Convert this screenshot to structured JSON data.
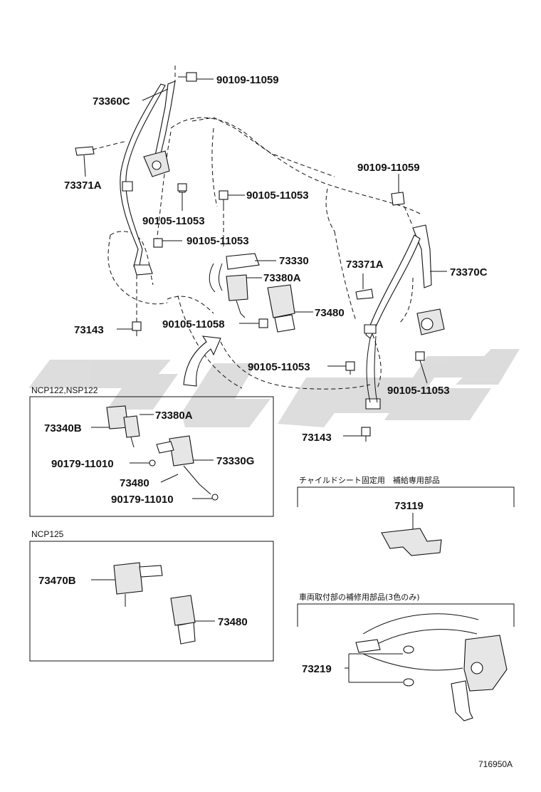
{
  "diagram": {
    "callouts": {
      "c90109_11059_top": "90109-11059",
      "c73360C": "73360C",
      "c73371A_left": "73371A",
      "c90105_11053_a": "90105-11053",
      "c90105_11053_b": "90105-11053",
      "c90105_11053_c": "90105-11053",
      "c90109_11059_right": "90109-11059",
      "c73330": "73330",
      "c73380A": "73380A",
      "c73371A_right": "73371A",
      "c73370C": "73370C",
      "c73480": "73480",
      "c90105_11058": "90105-11058",
      "c73143_left": "73143",
      "c90105_11053_d": "90105-11053",
      "c90105_11053_e": "90105-11053",
      "c73143_right": "73143"
    },
    "box_ncp122": {
      "title": "NCP122,NSP122",
      "c73380A": "73380A",
      "c73340B": "73340B",
      "c90179_11010_a": "90179-11010",
      "c73330G": "73330G",
      "c73480": "73480",
      "c90179_11010_b": "90179-11010"
    },
    "box_ncp125": {
      "title": "NCP125",
      "c73470B": "73470B",
      "c73480": "73480"
    },
    "child_seat": {
      "title": "チャイルドシート固定用　補給専用部品",
      "part": "73119"
    },
    "repair": {
      "title": "車両取付部の補修用部品(3色のみ)",
      "part": "73219"
    },
    "drawing_number": "716950A"
  }
}
